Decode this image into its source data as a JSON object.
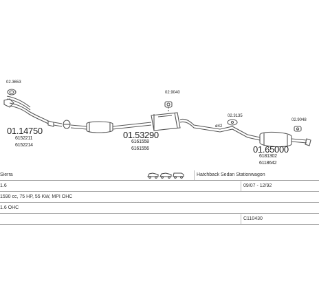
{
  "parts": {
    "front_pipe": {
      "part_no": "01.14750",
      "refs": [
        "6152211",
        "6152214"
      ]
    },
    "front_gasket": {
      "part_no": "02.3653"
    },
    "middle_silencer": {
      "part_no": "01.53290",
      "refs": [
        "6161558",
        "6161556"
      ]
    },
    "rubber_mount_mid": {
      "part_no": "02.9040"
    },
    "rubber_mount_rear": {
      "part_no": "02.3135"
    },
    "rear_silencer": {
      "part_no": "01.65000",
      "refs": [
        "6181302",
        "6118642"
      ]
    },
    "rear_hanger": {
      "part_no": "02.9048"
    },
    "pipe_diameter": "ø42"
  },
  "vehicle": {
    "model": "Sierra",
    "body_types": "Hatchback Sedan Stationwagon",
    "engine_volume": "1.6",
    "production": "09/07 - 12/92",
    "engine_details": "1590 cc, 75 HP, 55 KW, MPI OHC",
    "engine_code": "1.6 OHC",
    "catalogue_no": "C110430"
  },
  "icons": {
    "body_icons": "car-silhouette-icon"
  }
}
